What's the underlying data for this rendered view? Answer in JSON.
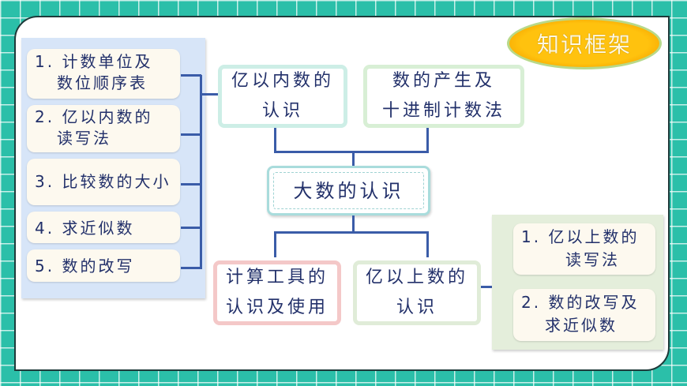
{
  "title": "知识框架",
  "center": "大数的认识",
  "top_boxes": [
    {
      "line1": "亿以内数的",
      "line2": "认识"
    },
    {
      "line1": "数的产生及",
      "line2": "十进制计数法"
    }
  ],
  "bottom_boxes": [
    {
      "line1": "计算工具的",
      "line2": "认识及使用"
    },
    {
      "line1": "亿以上数的",
      "line2": "认识"
    }
  ],
  "left_items": [
    {
      "line1": "1. 计数单位及",
      "line2": "数位顺序表"
    },
    {
      "line1": "2. 亿以内数的",
      "line2": "读写法"
    },
    {
      "line1": "3. 比较数的大小"
    },
    {
      "line1": "4. 求近似数"
    },
    {
      "line1": "5. 数的改写"
    }
  ],
  "right_items": [
    {
      "line1": "1. 亿以上数的",
      "line2": "读写法"
    },
    {
      "line1": "2. 数的改写及",
      "line2": "求近似数"
    }
  ]
}
